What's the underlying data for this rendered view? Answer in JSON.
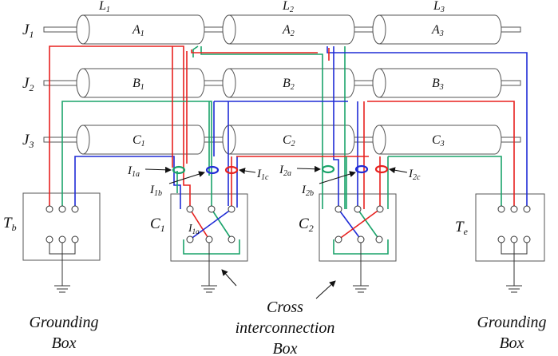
{
  "colors": {
    "phase_a": "#e8211f",
    "phase_b": "#1f2bd6",
    "phase_c": "#1aa36a",
    "outline": "#555555",
    "text": "#111111"
  },
  "sections": {
    "l1": "L",
    "l1_sub": "1",
    "l2": "L",
    "l2_sub": "2",
    "l3": "L",
    "l3_sub": "3"
  },
  "joints": {
    "j1": "J",
    "j1_sub": "1",
    "j2": "J",
    "j2_sub": "2",
    "j3": "J",
    "j3_sub": "3"
  },
  "cables": {
    "a1": "A",
    "a1_sub": "1",
    "a2": "A",
    "a2_sub": "2",
    "a3": "A",
    "a3_sub": "3",
    "b1": "B",
    "b1_sub": "1",
    "b2": "B",
    "b2_sub": "2",
    "b3": "B",
    "b3_sub": "3",
    "c1": "C",
    "c1_sub": "1",
    "c2": "C",
    "c2_sub": "2",
    "c3": "C",
    "c3_sub": "3"
  },
  "boxes": {
    "tb": "T",
    "tb_sub": "b",
    "cb1": "C",
    "cb1_sub": "1",
    "cb2": "C",
    "cb2_sub": "2",
    "te": "T",
    "te_sub": "e",
    "cb1_inner": "I",
    "cb1_inner_sub": "1a"
  },
  "currents": {
    "i1a": "I",
    "i1a_sub": "1a",
    "i1b": "I",
    "i1b_sub": "1b",
    "i1c": "I",
    "i1c_sub": "1c",
    "i2a": "I",
    "i2a_sub": "2a",
    "i2b": "I",
    "i2b_sub": "2b",
    "i2c": "I",
    "i2c_sub": "2c"
  },
  "captions": {
    "grounding_left_1": "Grounding",
    "grounding_left_2": "Box",
    "cross_1": "Cross",
    "cross_2": "interconnection",
    "cross_3": "Box",
    "grounding_right_1": "Grounding",
    "grounding_right_2": "Box"
  }
}
